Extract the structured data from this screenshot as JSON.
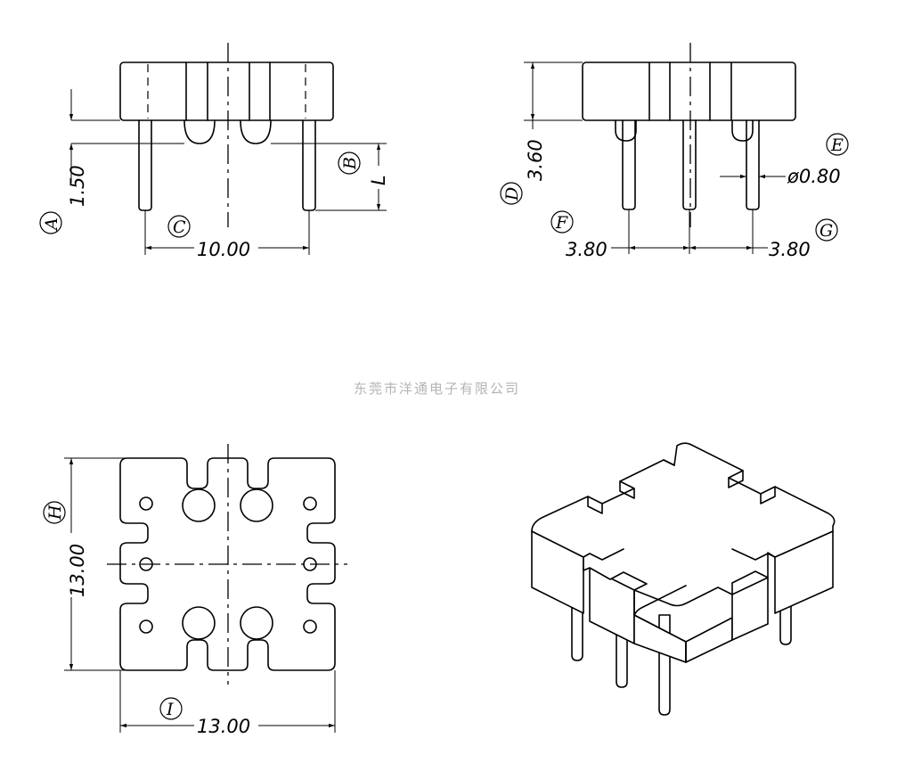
{
  "watermark": "东莞市洋通电子有限公司",
  "front_view": {
    "dim_height": "1.50",
    "dim_width": "10.00",
    "pin_length": "L",
    "labels": {
      "a": "A",
      "b": "B",
      "c": "C"
    }
  },
  "side_view": {
    "dim_height": "3.60",
    "dim_pin_dia": "ø0.80",
    "dim_pitch_left": "3.80",
    "dim_pitch_right": "3.80",
    "labels": {
      "d": "D",
      "e": "E",
      "f": "F",
      "g": "G"
    }
  },
  "top_view": {
    "dim_height": "13.00",
    "dim_width": "13.00",
    "labels": {
      "h": "H",
      "i": "I"
    }
  }
}
